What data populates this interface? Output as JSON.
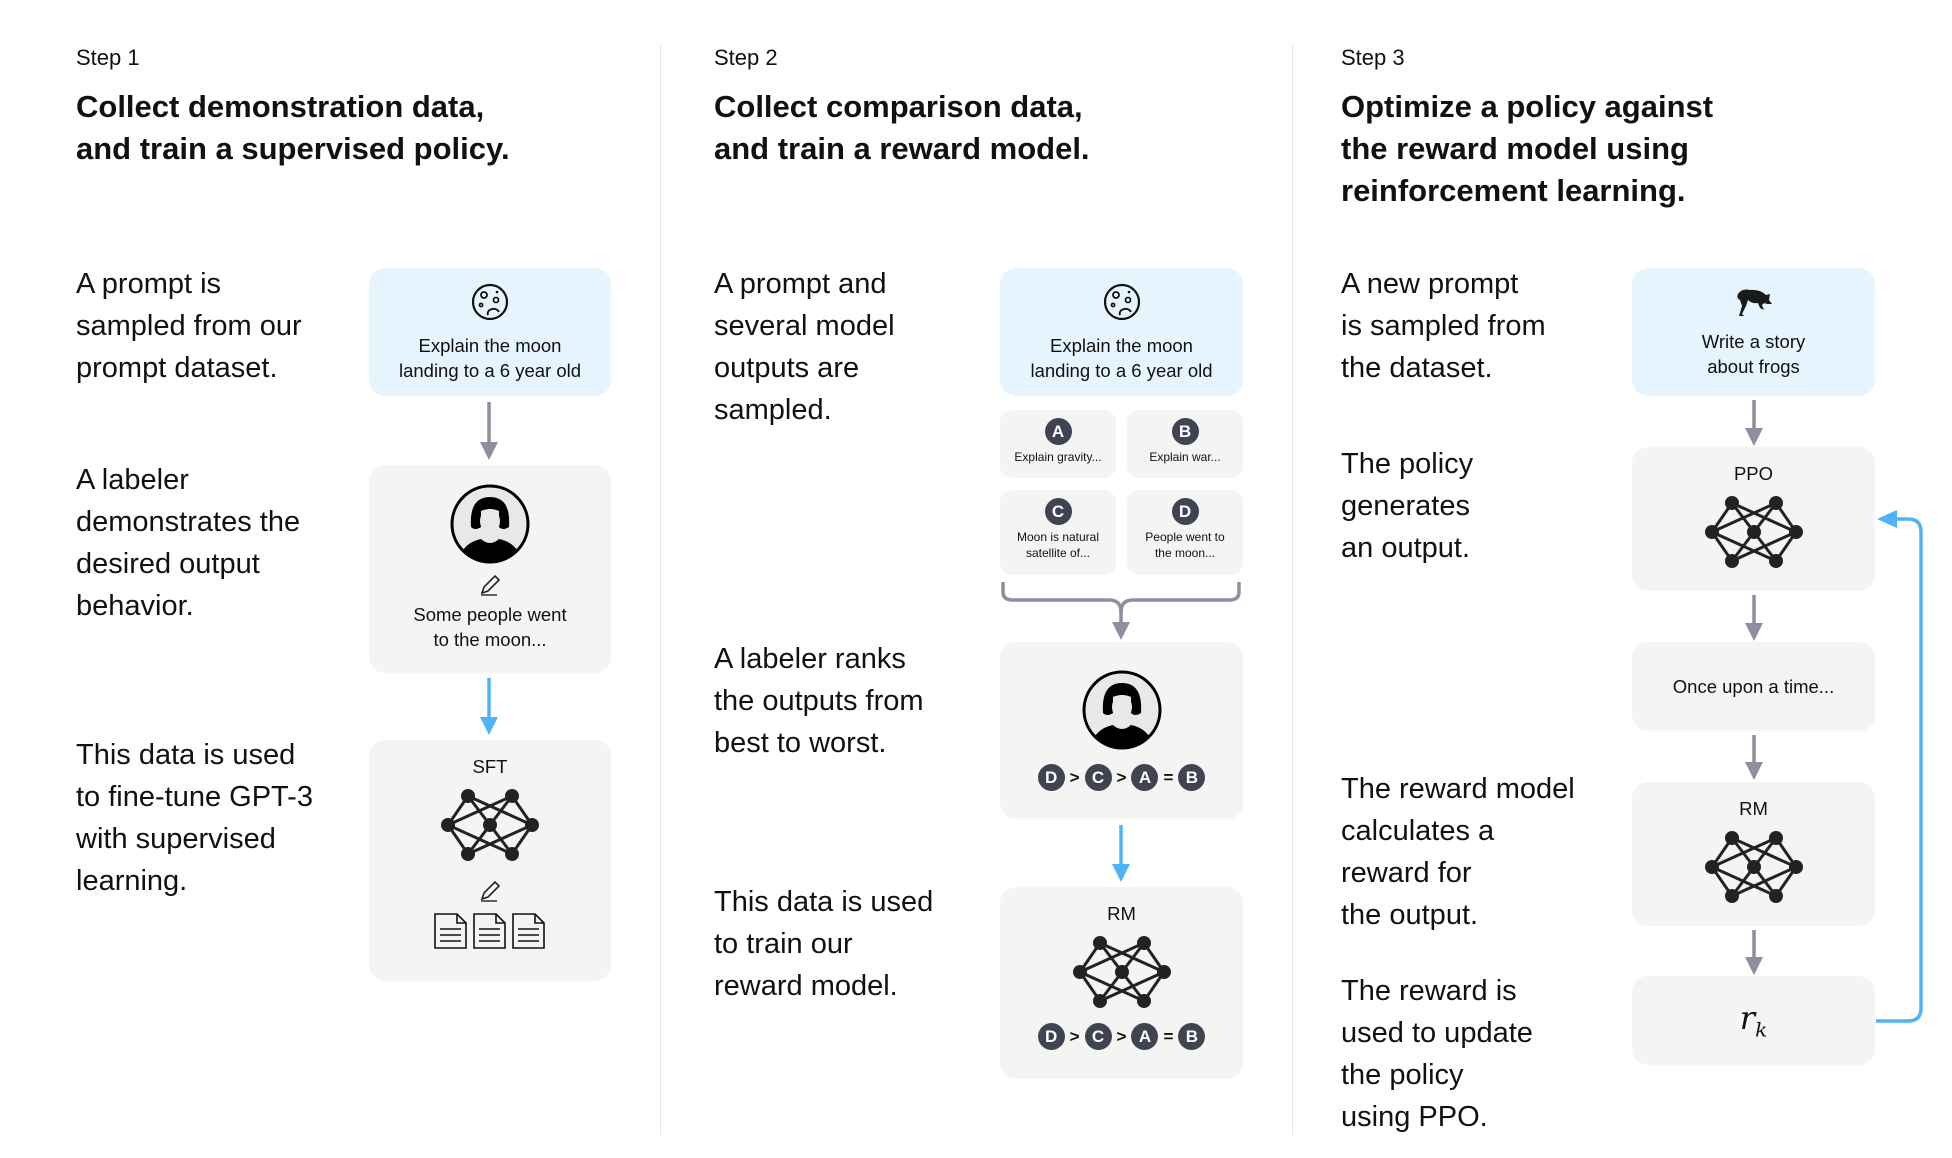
{
  "colors": {
    "prompt_bg": "#e6f5fd",
    "box_bg": "#f4f4f3",
    "arrow_gray": "#8f8e9e",
    "arrow_blue": "#4fb3f6",
    "badge": "#404452"
  },
  "steps": [
    {
      "label": "Step 1",
      "title": "Collect demonstration data,\nand train a supervised policy.",
      "descriptions": [
        "A prompt is\nsampled from our\nprompt dataset.",
        "A labeler\ndemonstrates the\ndesired output\nbehavior.",
        "This data is used\nto fine-tune GPT-3\nwith supervised\nlearning."
      ],
      "prompt": "Explain the moon\nlanding to a 6 year old",
      "demo_output": "Some people went\nto the moon...",
      "model_label": "SFT"
    },
    {
      "label": "Step 2",
      "title": "Collect comparison data,\nand train a reward model.",
      "descriptions": [
        "A prompt and\nseveral model\noutputs are\nsampled.",
        "A labeler ranks\nthe outputs from\nbest to worst.",
        "This data is used\nto train our\nreward model."
      ],
      "prompt": "Explain the moon\nlanding to a 6 year old",
      "outputs": [
        {
          "letter": "A",
          "text": "Explain gravity..."
        },
        {
          "letter": "B",
          "text": "Explain war..."
        },
        {
          "letter": "C",
          "text": "Moon is natural\nsatellite of..."
        },
        {
          "letter": "D",
          "text": "People went to\nthe moon..."
        }
      ],
      "ranking": [
        "D",
        ">",
        "C",
        ">",
        "A",
        "=",
        "B"
      ],
      "model_label": "RM"
    },
    {
      "label": "Step 3",
      "title": "Optimize a policy against\nthe reward model using\nreinforcement learning.",
      "descriptions": [
        "A new prompt\nis sampled from\nthe dataset.",
        "The policy\ngenerates\nan output.",
        "The reward model\ncalculates a\nreward for\nthe output.",
        "The reward is\nused to update\nthe policy\nusing PPO."
      ],
      "prompt": "Write a story\nabout frogs",
      "policy_label": "PPO",
      "output": "Once upon a time...",
      "model_label": "RM",
      "reward": "r",
      "reward_sub": "k"
    }
  ]
}
